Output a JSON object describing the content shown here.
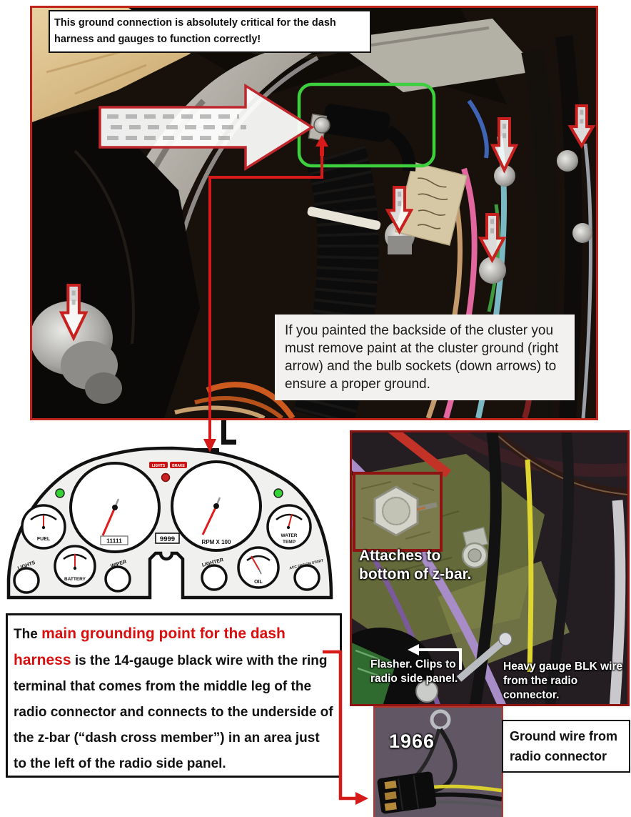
{
  "colors": {
    "annotation_red": "#d61a1a",
    "highlight_green": "#3ecf3e",
    "photo_border_red": "#c0251c",
    "inset_border_maroon": "#8e1414",
    "needle_red": "#e01b1b",
    "indicator_red": "#cc1212",
    "turn_signal_green": "#35d435"
  },
  "top_section": {
    "callout_text": "This ground connection is absolutely critical for the dash harness and gauges to function correctly!",
    "paint_note": "If you painted the backside of the cluster you must remove paint at the cluster ground (right arrow) and the bulb sockets (down arrows) to ensure a proper ground."
  },
  "cluster": {
    "indicator_lights": "LIGHTS",
    "indicator_brake": "BRAKE",
    "odometer": "11111",
    "trip_odometer": "9999",
    "tach_label": "RPM X 100",
    "gauge_fuel": "FUEL",
    "gauge_battery": "BATTERY",
    "gauge_water_line1": "WATER",
    "gauge_water_line2": "TEMP",
    "gauge_oil": "OIL",
    "knob_lights": "LIGHTS",
    "knob_wiper": "WIPER",
    "knob_lighter": "LIGHTER",
    "knob_ignition": "ACC OFF ON START"
  },
  "main_note": {
    "lead": "The ",
    "highlight": "main grounding point for the dash harness",
    "body": " is the 14-gauge black wire with the ring terminal that comes from the middle leg of the radio connector and connects to the underside of the z-bar (“dash cross member”) in an area just to the left of the radio side panel."
  },
  "zbar_photo": {
    "caption_line1": "Attaches to",
    "caption_line2": "bottom of z-bar.",
    "flasher_label": "Flasher. Clips to radio side panel.",
    "blk_wire_label": "Heavy gauge BLK wire from the radio connector."
  },
  "bottom_photo": {
    "year": "1966"
  },
  "ground_wire_label": "Ground wire from radio connector"
}
